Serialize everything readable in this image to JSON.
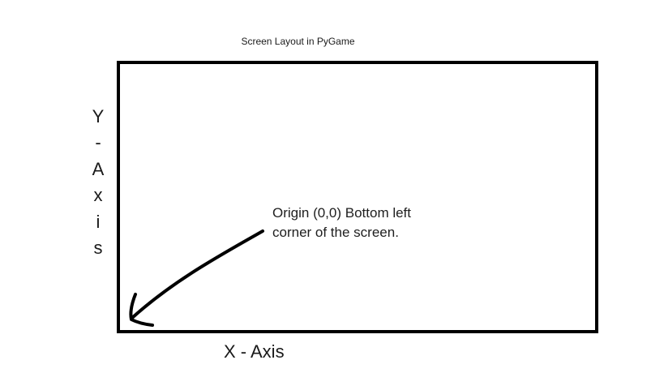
{
  "title": "Screen Layout in PyGame",
  "y_axis_label": "Y-Axis",
  "x_axis_label": "X - Axis",
  "annotation": {
    "line1": "Origin (0,0) Bottom left",
    "line2": "corner of the screen."
  }
}
